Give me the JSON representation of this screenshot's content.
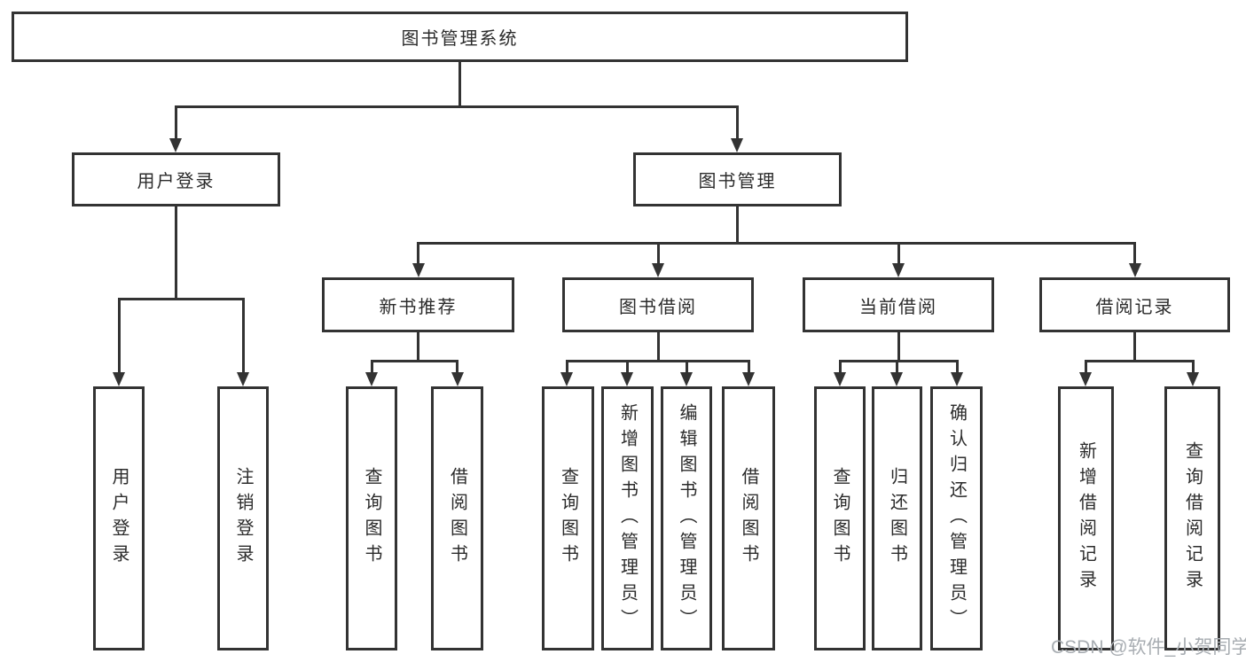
{
  "diagram": {
    "root": {
      "label": "图书管理系统"
    },
    "level2": [
      {
        "id": "user-login",
        "label": "用户登录"
      },
      {
        "id": "book-management",
        "label": "图书管理"
      }
    ],
    "level3": [
      {
        "id": "new-book-recommend",
        "label": "新书推荐"
      },
      {
        "id": "book-borrowing",
        "label": "图书借阅"
      },
      {
        "id": "current-borrowing",
        "label": "当前借阅"
      },
      {
        "id": "borrowing-records",
        "label": "借阅记录"
      }
    ],
    "leaves": [
      {
        "parent": "user-login",
        "label": "用户登录"
      },
      {
        "parent": "user-login",
        "label": "注销登录"
      },
      {
        "parent": "new-book-recommend",
        "label": "查询图书"
      },
      {
        "parent": "new-book-recommend",
        "label": "借阅图书"
      },
      {
        "parent": "book-borrowing",
        "label": "查询图书"
      },
      {
        "parent": "book-borrowing",
        "label": "新增图书（管理员）"
      },
      {
        "parent": "book-borrowing",
        "label": "编辑图书（管理员）"
      },
      {
        "parent": "book-borrowing",
        "label": "借阅图书"
      },
      {
        "parent": "current-borrowing",
        "label": "查询图书"
      },
      {
        "parent": "current-borrowing",
        "label": "归还图书"
      },
      {
        "parent": "current-borrowing",
        "label": "确认归还（管理员）"
      },
      {
        "parent": "borrowing-records",
        "label": "新增借阅记录"
      },
      {
        "parent": "borrowing-records",
        "label": "查询借阅记录"
      }
    ]
  },
  "watermark": {
    "text": "CSDN @软件_小贺同学"
  },
  "colors": {
    "line": "#333333",
    "box_border": "#333333",
    "box_bg": "#ffffff",
    "text": "#2b2b2b",
    "watermark": "#a8adb2",
    "background": "#ffffff"
  }
}
